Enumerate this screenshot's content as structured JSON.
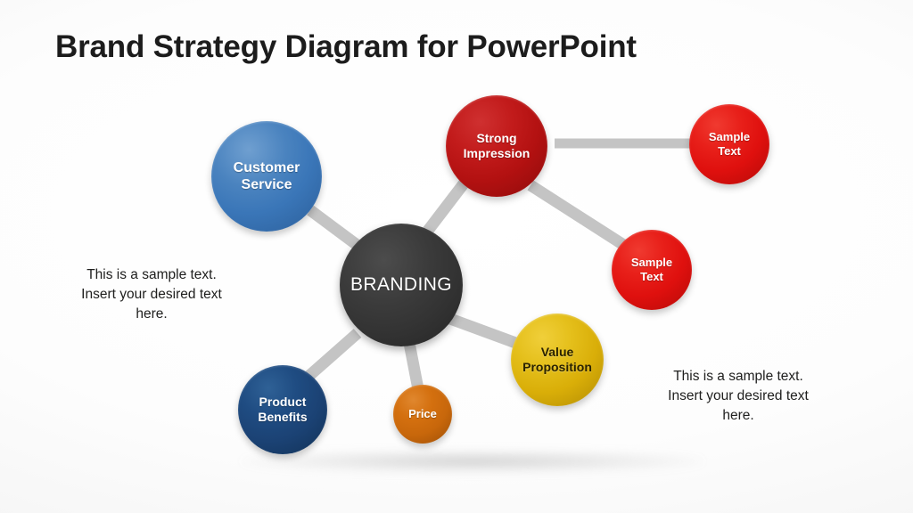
{
  "slide": {
    "title": "Brand Strategy Diagram for PowerPoint",
    "background_color": "#f4f4f4"
  },
  "diagram": {
    "type": "hub-and-spoke-node-diagram",
    "center": {
      "name": "branding",
      "label": "BRANDING",
      "color": "#333333",
      "text_color": "#ffffff"
    },
    "nodes": [
      {
        "name": "customer-service",
        "label_line1": "Customer",
        "label_line2": "Service",
        "color": "#3a76b8",
        "text_color": "#ffffff"
      },
      {
        "name": "strong-impression",
        "label_line1": "Strong",
        "label_line2": "Impression",
        "color": "#b31111",
        "text_color": "#ffffff"
      },
      {
        "name": "sample-text-1",
        "label_line1": "Sample",
        "label_line2": "Text",
        "color": "#df100e",
        "text_color": "#ffffff"
      },
      {
        "name": "sample-text-2",
        "label_line1": "Sample",
        "label_line2": "Text",
        "color": "#df100e",
        "text_color": "#ffffff"
      },
      {
        "name": "value-proposition",
        "label_line1": "Value",
        "label_line2": "Proposition",
        "color": "#d9ae08",
        "text_color": "#2a2200"
      },
      {
        "name": "product-benefits",
        "label_line1": "Product",
        "label_line2": "Benefits",
        "color": "#1b4274",
        "text_color": "#ffffff"
      },
      {
        "name": "price",
        "label_line1": "Price",
        "label_line2": "",
        "color": "#c8670b",
        "text_color": "#ffffff"
      }
    ],
    "connector_color": "#c4c4c4",
    "connectors": [
      {
        "from": "branding",
        "to": "customer-service"
      },
      {
        "from": "branding",
        "to": "strong-impression"
      },
      {
        "from": "branding",
        "to": "value-proposition"
      },
      {
        "from": "branding",
        "to": "product-benefits"
      },
      {
        "from": "branding",
        "to": "price"
      },
      {
        "from": "strong-impression",
        "to": "sample-text-1"
      },
      {
        "from": "strong-impression",
        "to": "sample-text-2"
      }
    ]
  },
  "text_blocks": {
    "left": {
      "line1": "This is a sample text.",
      "line2": "Insert your desired text",
      "line3": "here."
    },
    "right": {
      "line1": "This is a sample text.",
      "line2": "Insert your desired text",
      "line3": "here."
    }
  }
}
